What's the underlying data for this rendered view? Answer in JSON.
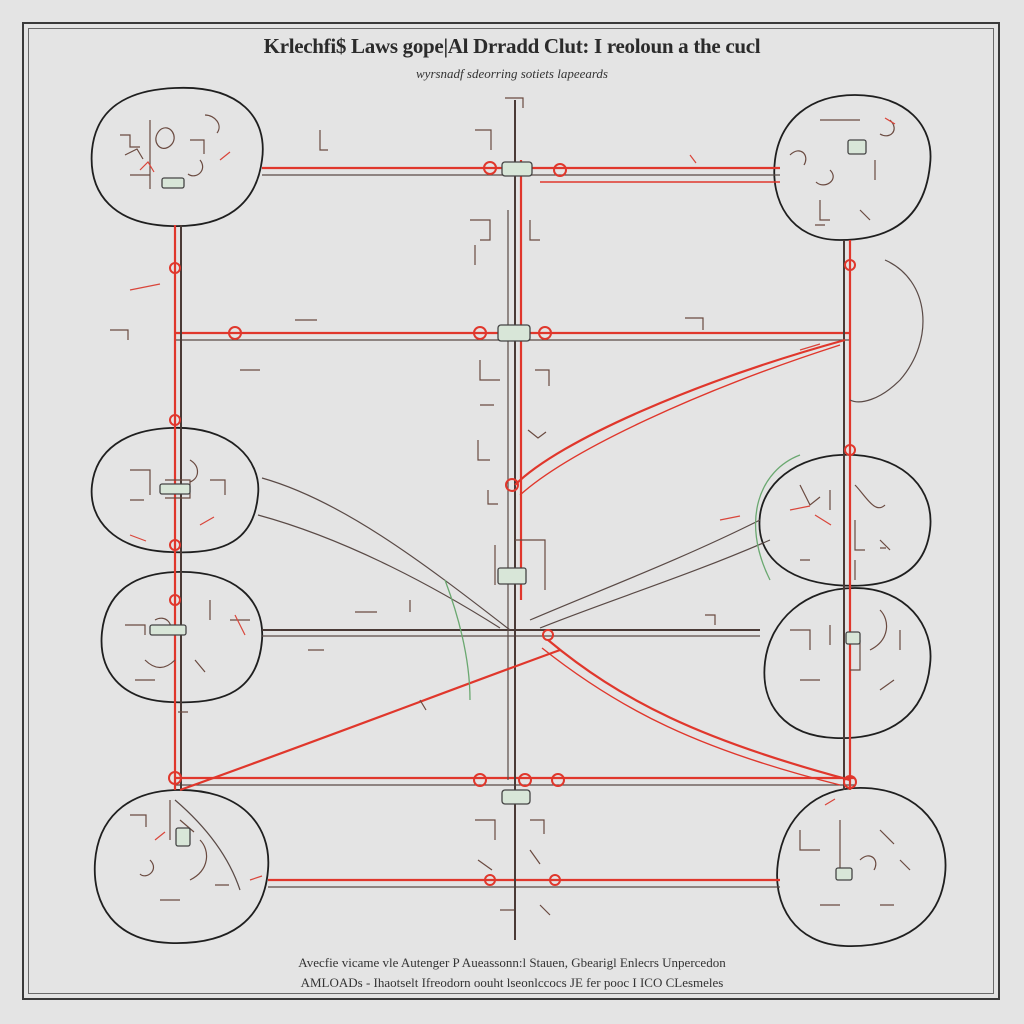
{
  "title": "Krlechfi$ Laws gope|Al Drradd Clut: I reoloun a the cucl",
  "subtitle": "wyrsnadf sdeorring sotiets lapeeards",
  "footer": {
    "line1": "Avecfie vicame vle Autenger P Aueassonn:l Stauen, Gbearigl Enlecrs  Unpercedon",
    "line2": "AMLOADs - Ihaotselt Ifreodorn oouht lseonlccocs  JE fer pooc  I ICO CLesmeles"
  },
  "loops": [
    {
      "id": "loop-top-left"
    },
    {
      "id": "loop-top-right"
    },
    {
      "id": "loop-mid-left"
    },
    {
      "id": "loop-mid-right"
    },
    {
      "id": "loop-lower-left"
    },
    {
      "id": "loop-lower-right"
    },
    {
      "id": "loop-bottom-left"
    },
    {
      "id": "loop-bottom-right"
    }
  ],
  "colors": {
    "wire": "#e0372c",
    "loop": "#1f1f1f",
    "background": "#e4e4e4",
    "frame": "#3a3a3a"
  }
}
